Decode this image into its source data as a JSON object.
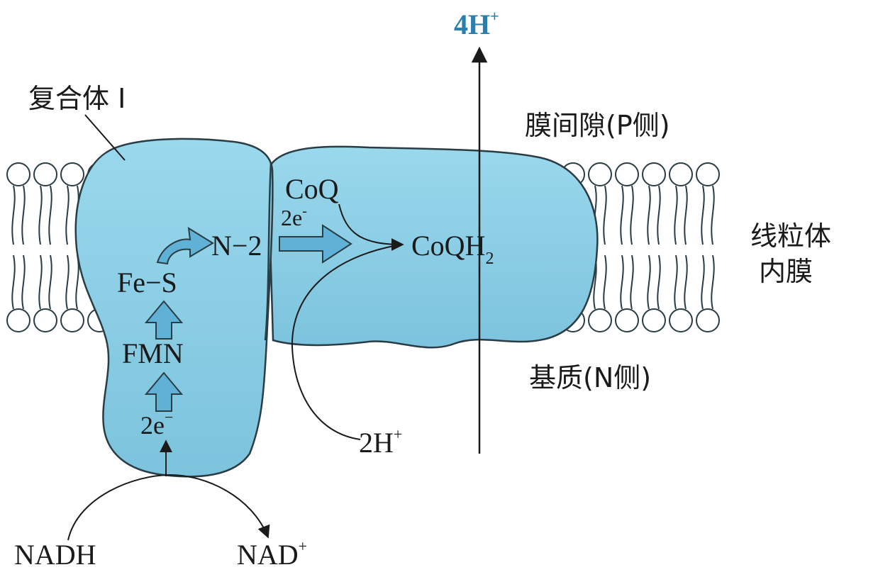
{
  "labels": {
    "complex": "复合体 I",
    "proton_top": "4H",
    "proton_top_sup": "+",
    "intermembrane": "膜间隙(P侧)",
    "membrane_line1": "线粒体",
    "membrane_line2": "内膜",
    "matrix": "基质(N侧)",
    "coq": "CoQ",
    "coqh2": "CoQH",
    "coqh2_sub": "2",
    "n2": "N−2",
    "two_e_top": "2e",
    "two_e_top_sup": "-",
    "fes": "Fe−S",
    "fmn": "FMN",
    "two_e_bottom": "2e",
    "two_e_bottom_sup": "−",
    "two_h": "2H",
    "two_h_sup": "+",
    "nadh": "NADH",
    "nad": "NAD",
    "nad_sup": "+"
  },
  "colors": {
    "protein_fill": "#8fd0e6",
    "protein_stroke": "#2a3c44",
    "arrow_fill": "#5fb2d6",
    "accent_blue": "#2b7fae",
    "lipid_head": "#ffffff"
  }
}
